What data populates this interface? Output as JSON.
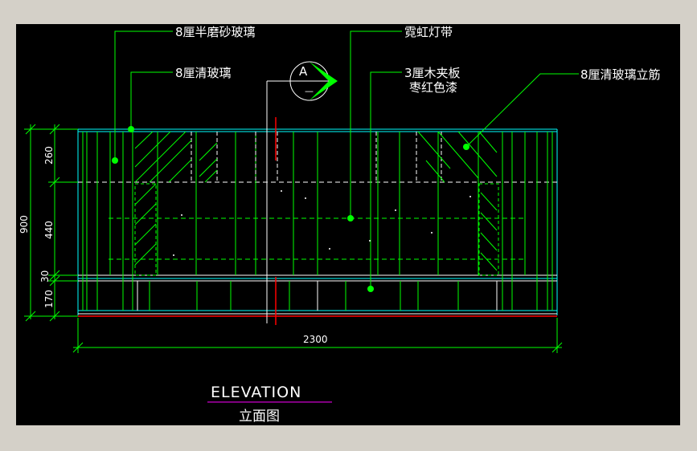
{
  "labels": {
    "frosted_glass": "8厘半磨砂玻璃",
    "clear_glass": "8厘清玻璃",
    "section_marker_letter": "A",
    "section_marker_sheet": "—",
    "neon_strip": "霓虹灯带",
    "plywood_line1": "3厘木夹板",
    "plywood_line2": "枣红色漆",
    "glass_fin": "8厘清玻璃立筋"
  },
  "dimensions": {
    "d260": "260",
    "d440": "440",
    "d30": "30",
    "d170": "170",
    "d900": "900",
    "d2300": "2300"
  },
  "title": {
    "main": "ELEVATION",
    "sub": "立面图"
  },
  "colors": {
    "background": "#000000",
    "frame": "#d4d0c8",
    "linework": "#00ff00",
    "dim_lines": "#00ff00",
    "cyan": "#00ffff",
    "white": "#ffffff",
    "red": "#ff0000",
    "title_underline": "#ff00ff"
  }
}
